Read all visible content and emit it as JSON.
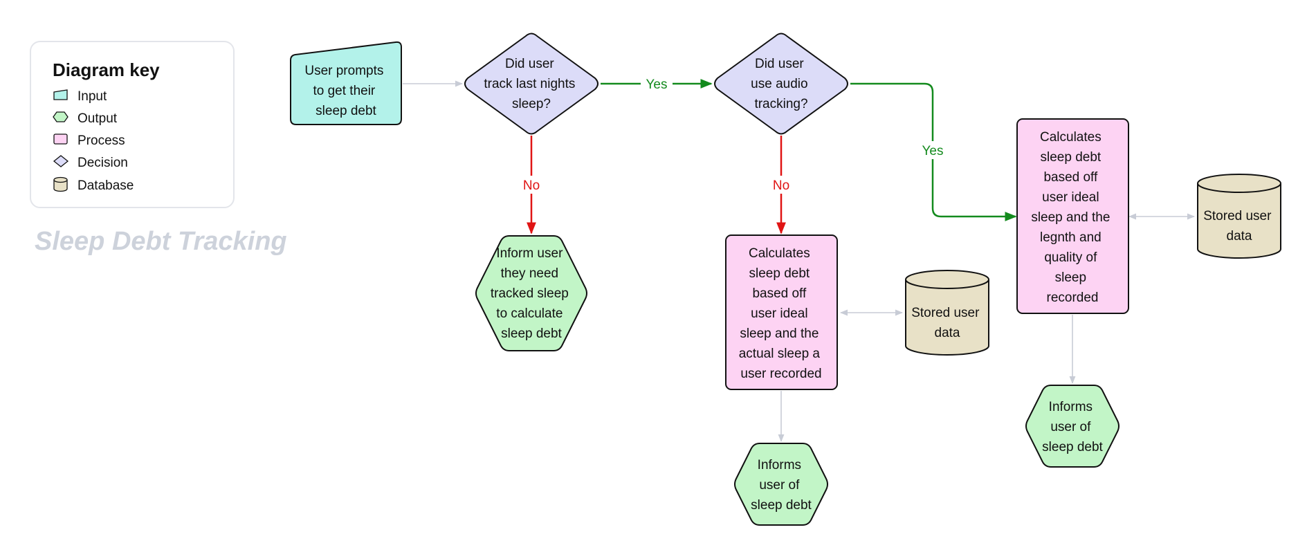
{
  "title": "Sleep Debt Tracking",
  "legend": {
    "title": "Diagram key",
    "items": [
      {
        "label": "Input",
        "shape": "input-icon",
        "color": "#b3f2ea"
      },
      {
        "label": "Output",
        "shape": "hexagon-icon",
        "color": "#c2f5c7"
      },
      {
        "label": "Process",
        "shape": "rectangle-icon",
        "color": "#fdd3f3"
      },
      {
        "label": "Decision",
        "shape": "diamond-icon",
        "color": "#dcdcf8"
      },
      {
        "label": "Database",
        "shape": "cylinder-icon",
        "color": "#e8e1c7"
      }
    ]
  },
  "colors": {
    "input": "#b3f2ea",
    "output": "#c2f5c7",
    "process": "#fdd3f3",
    "decision": "#dcdcf8",
    "database": "#e8e1c7",
    "yes": "#138a1d",
    "no": "#e01414",
    "neutral": "#c8ccd6"
  },
  "nodes": {
    "input": {
      "lines": [
        "User prompts",
        "to get their",
        "sleep debt"
      ]
    },
    "decision_tracked": {
      "lines": [
        "Did user",
        "track last nights",
        "sleep?"
      ]
    },
    "decision_audio": {
      "lines": [
        "Did user",
        "use audio",
        "tracking?"
      ]
    },
    "output_need_sleep": {
      "lines": [
        "Inform user",
        "they need",
        "tracked sleep",
        "to calculate",
        "sleep debt"
      ]
    },
    "process_actual": {
      "lines": [
        "Calculates",
        "sleep debt",
        "based off",
        "user ideal",
        "sleep and the",
        "actual sleep a",
        "user recorded"
      ]
    },
    "process_quality": {
      "lines": [
        "Calculates",
        "sleep debt",
        "based off",
        "user ideal",
        "sleep and the",
        "legnth and",
        "quality of",
        "sleep",
        "recorded"
      ]
    },
    "db_middle": {
      "lines": [
        "Stored user",
        "data"
      ]
    },
    "db_right": {
      "lines": [
        "Stored user",
        "data"
      ]
    },
    "output_middle": {
      "lines": [
        "Informs",
        "user of",
        "sleep debt"
      ]
    },
    "output_right": {
      "lines": [
        "Informs",
        "user of",
        "sleep debt"
      ]
    }
  },
  "edges": {
    "yes_1": "Yes",
    "no_1": "No",
    "no_2": "No",
    "yes_2": "Yes"
  }
}
